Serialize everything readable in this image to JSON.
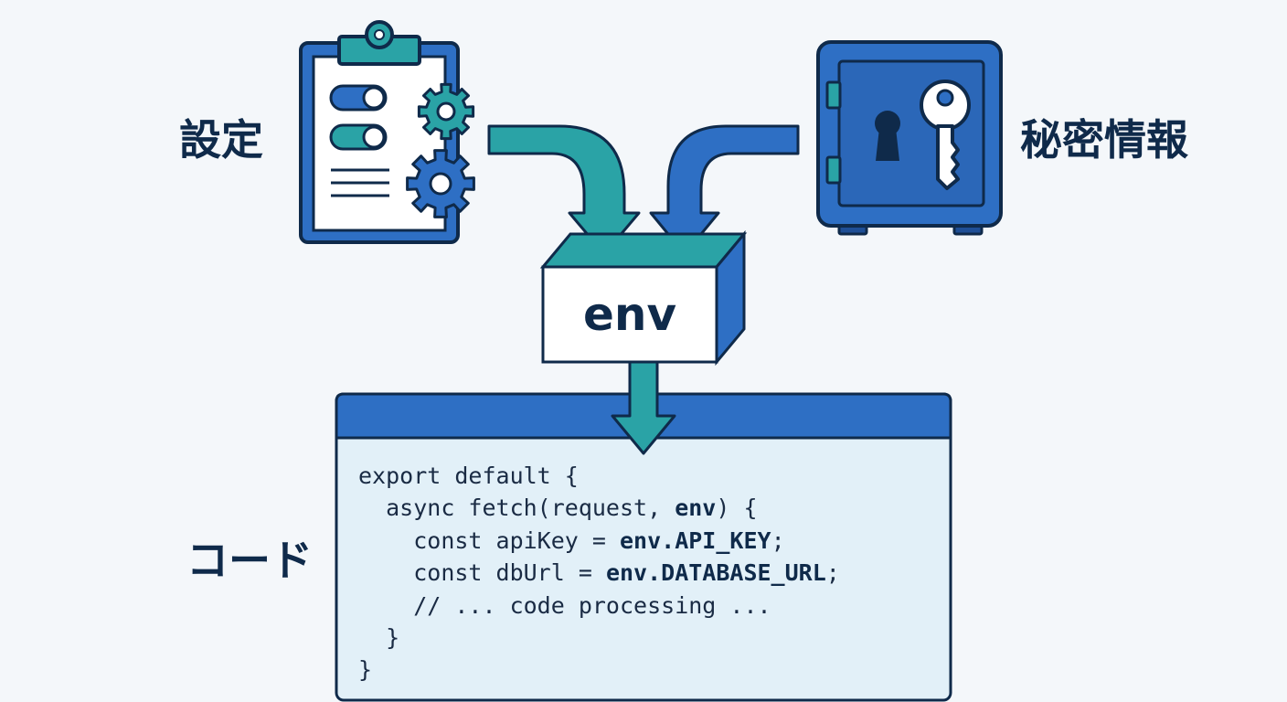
{
  "labels": {
    "config": "設定",
    "secrets": "秘密情報",
    "env": "env",
    "code": "コード"
  },
  "code": {
    "lines": [
      {
        "indent": "",
        "parts": [
          {
            "text": "export default {",
            "bold": false
          }
        ]
      },
      {
        "indent": "  ",
        "parts": [
          {
            "text": "async fetch(request, ",
            "bold": false
          },
          {
            "text": "env",
            "bold": true
          },
          {
            "text": ") {",
            "bold": false
          }
        ]
      },
      {
        "indent": "    ",
        "parts": [
          {
            "text": "const apiKey = ",
            "bold": false
          },
          {
            "text": "env.API_KEY",
            "bold": true
          },
          {
            "text": ";",
            "bold": false
          }
        ]
      },
      {
        "indent": "    ",
        "parts": [
          {
            "text": "const dbUrl = ",
            "bold": false
          },
          {
            "text": "env.DATABASE_URL",
            "bold": true
          },
          {
            "text": ";",
            "bold": false
          }
        ]
      },
      {
        "indent": "    ",
        "parts": [
          {
            "text": "// ... code processing ...",
            "bold": false
          }
        ]
      },
      {
        "indent": "  ",
        "parts": [
          {
            "text": "}",
            "bold": false
          }
        ]
      },
      {
        "indent": "",
        "parts": [
          {
            "text": "}",
            "bold": false
          }
        ]
      }
    ]
  },
  "icons": {
    "config": "clipboard-settings-icon",
    "secrets": "safe-key-icon"
  },
  "colors": {
    "background": "#f4f7fa",
    "outline": "#0f2a4a",
    "blue": "#2e6fc4",
    "teal": "#2aa3a6",
    "codeBackground": "#e2f0f8",
    "text": "#0f2a4a"
  }
}
